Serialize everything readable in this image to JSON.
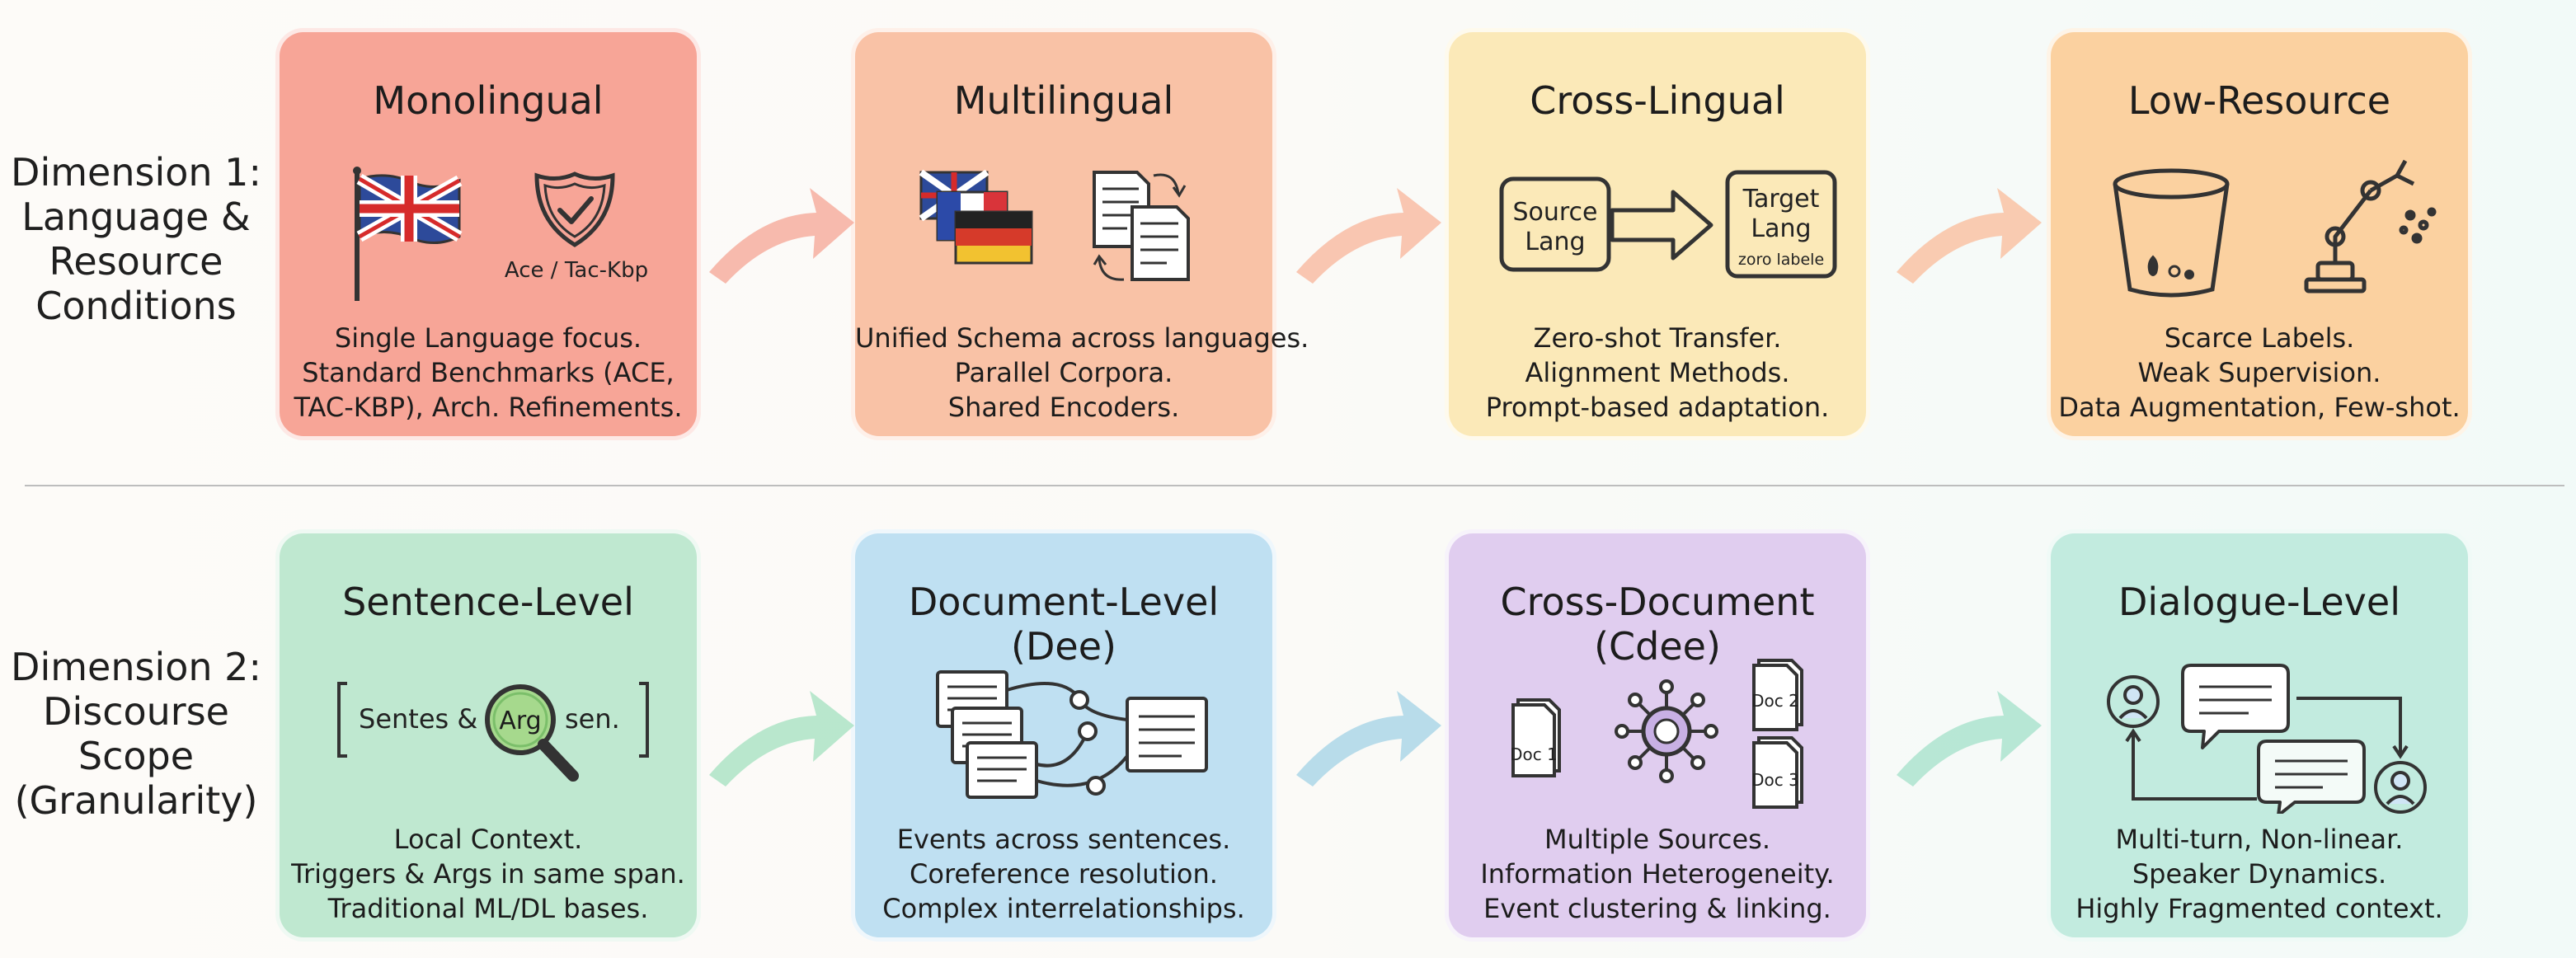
{
  "dimension1": {
    "label_lines": [
      "Dimension 1:",
      "Language &",
      "Resource",
      "Conditions"
    ],
    "cards": [
      {
        "title": "Monolingual",
        "badge": "Ace / Tac-Kbp",
        "desc": [
          "Single Language focus.",
          "Standard Benchmarks (ACE,",
          "TAC-KBP), Arch. Refinements."
        ],
        "icons": [
          "uk-flag-icon",
          "shield-check-icon"
        ]
      },
      {
        "title": "Multilingual",
        "desc": [
          "Unified Schema across languages.",
          "Parallel Corpora.",
          "Shared Encoders."
        ],
        "icons": [
          "stacked-flags-icon",
          "parallel-documents-icon"
        ]
      },
      {
        "title": "Cross-Lingual",
        "source_label": [
          "Source",
          "Lang"
        ],
        "target_label": [
          "Target",
          "Lang",
          "zoro labele"
        ],
        "desc": [
          "Zero-shot Transfer.",
          "Alignment Methods.",
          "Prompt-based adaptation."
        ],
        "icons": [
          "transfer-arrow-icon"
        ]
      },
      {
        "title": "Low-Resource",
        "desc": [
          "Scarce Labels.",
          "Weak Supervision.",
          "Data Augmentation, Few-shot."
        ],
        "icons": [
          "bucket-icon",
          "robot-arm-icon"
        ]
      }
    ]
  },
  "dimension2": {
    "label_lines": [
      "Dimension 2:",
      "Discourse",
      "Scope",
      "(Granularity)"
    ],
    "cards": [
      {
        "title": "Sentence-Level",
        "sentence": {
          "before": "Sentes &",
          "arg": "Arg",
          "after": "sen."
        },
        "desc": [
          "Local Context.",
          "Triggers & Args in same span.",
          "Traditional ML/DL bases."
        ],
        "icons": [
          "magnifier-icon"
        ]
      },
      {
        "title": "Document-Level (Dee)",
        "desc": [
          "Events across sentences.",
          "Coreference resolution.",
          "Complex interrelationships."
        ],
        "icons": [
          "linked-documents-icon"
        ]
      },
      {
        "title": "Cross-Document (Cdee)",
        "doc_labels": [
          "Doc 1",
          "Doc 2",
          "Doc 3"
        ],
        "desc": [
          "Multiple Sources.",
          "Information Heterogeneity.",
          "Event clustering & linking."
        ],
        "icons": [
          "hub-network-icon"
        ]
      },
      {
        "title": "Dialogue-Level",
        "desc": [
          "Multi-turn, Non-linear.",
          "Speaker Dynamics.",
          "Highly Fragmented context."
        ],
        "icons": [
          "chat-bubbles-icon",
          "user-icon"
        ]
      }
    ]
  },
  "colors": {
    "monolingual": "#f7a597",
    "multilingual": "#f9c2a6",
    "crosslingual": "#fbe9b8",
    "lowresource": "#fbd1a0",
    "sentence": "#bfe8d0",
    "document": "#bfe0f2",
    "crossdoc": "#e0cdef",
    "dialogue": "#c2ebdf",
    "arrow_top": "#f6a494",
    "arrow_bottom": "#a8e2c2"
  }
}
